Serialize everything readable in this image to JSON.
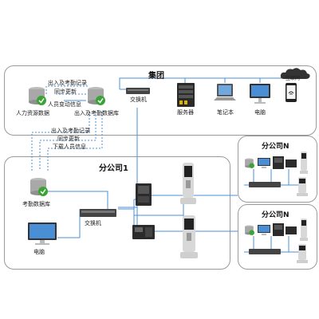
{
  "group": {
    "title": "集团",
    "labels": {
      "hr_db": "人力资源数据",
      "att_db": "出入及考勤数据库",
      "switch": "交换机",
      "server": "服务器",
      "laptop": "笔记本",
      "pc": "电脑",
      "internet": "互联网"
    },
    "edges": {
      "access_records_1": "出入及考勤记录",
      "sync_update_1": "同步更新",
      "staff_change": "人员变动信息"
    }
  },
  "between": {
    "access_records_2": "出入及考勤记录",
    "sync_update_2": "同步更新",
    "download_staff": "下载人员信息"
  },
  "branch1": {
    "title": "分公司1",
    "labels": {
      "att_db": "考勤数据库",
      "switch": "交换机",
      "pc": "电脑"
    }
  },
  "branchN_top": {
    "title": "分公司N"
  },
  "branchN_bottom": {
    "title": "分公司N"
  },
  "colors": {
    "link_blue": "#4a90d9",
    "border_gray": "#9a9a9a",
    "db_green": "#3aa335",
    "cloud_dark": "#333333"
  }
}
